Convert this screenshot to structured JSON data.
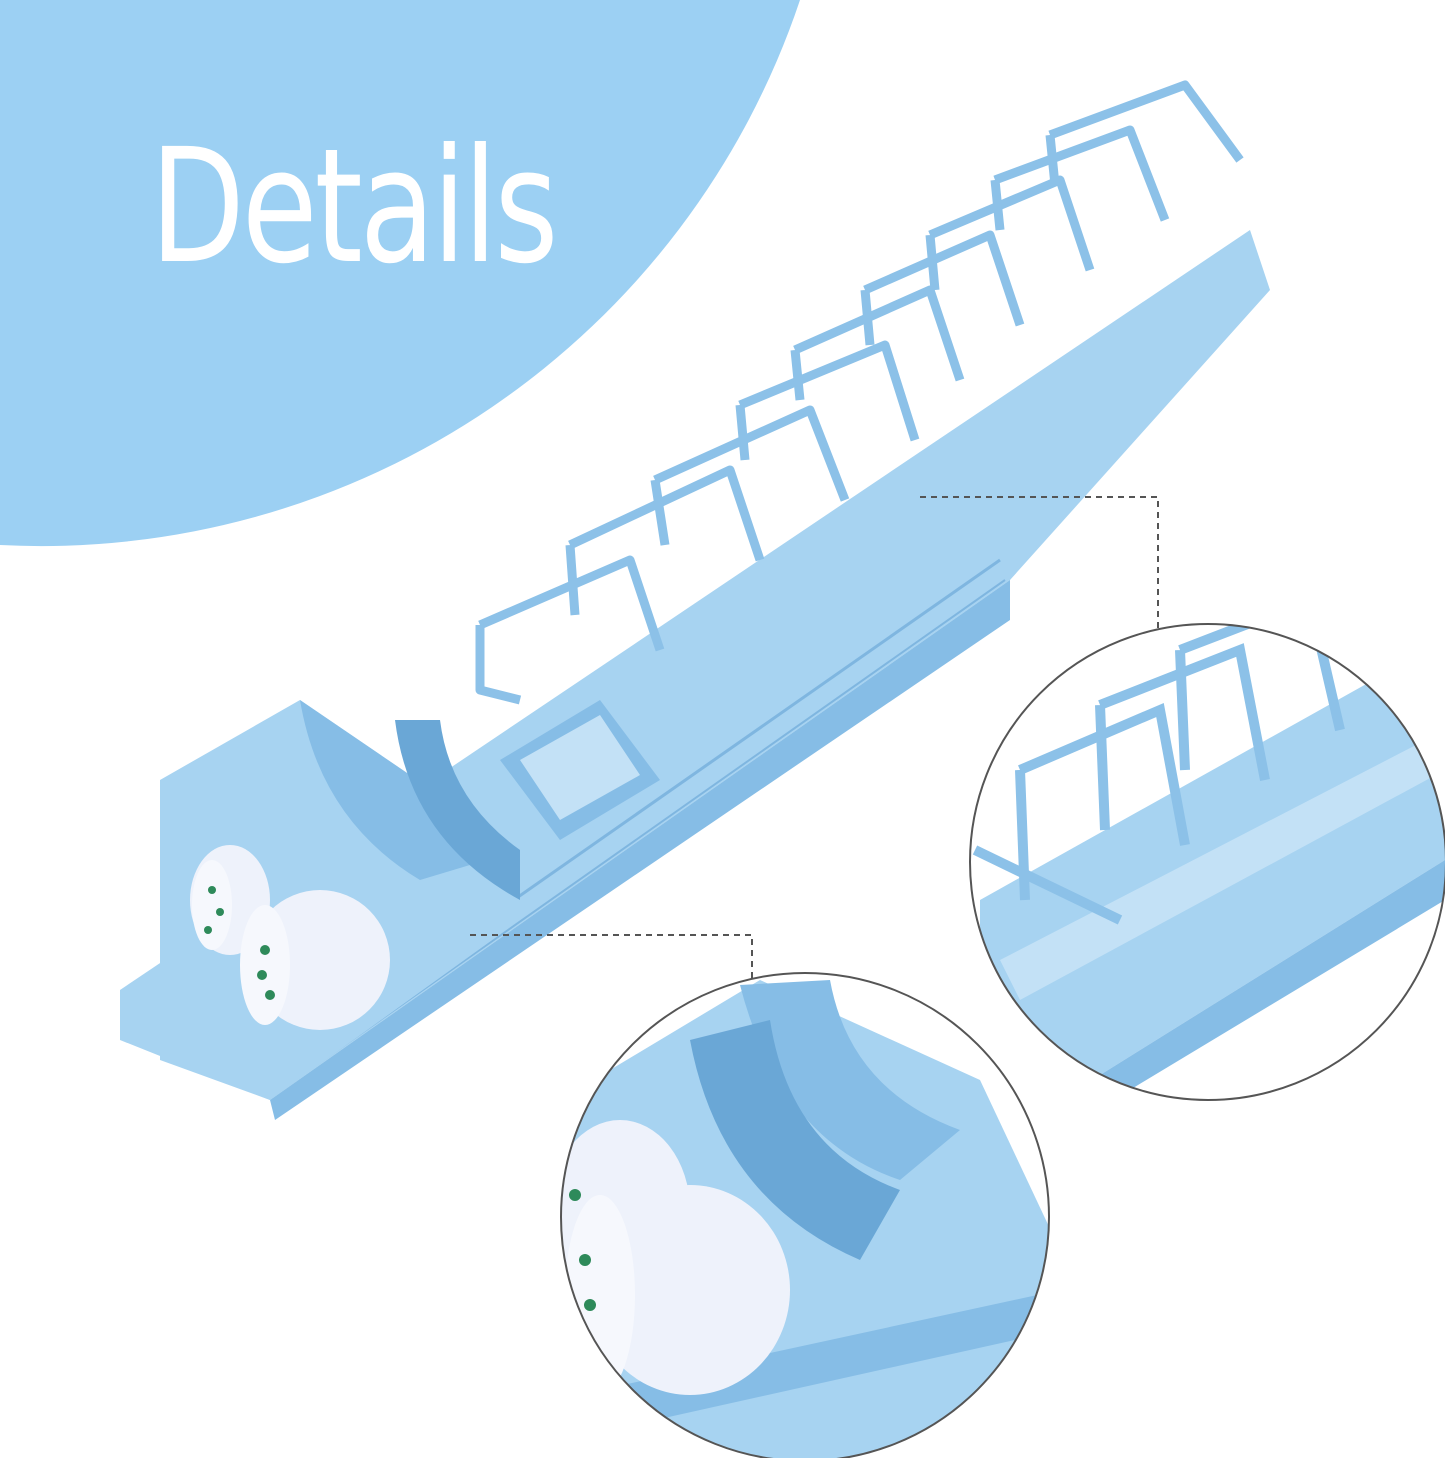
{
  "heading": "Details",
  "colors": {
    "blob": "#9cd0f3",
    "product": "#a7d3f1",
    "product_shade": "#86bde6",
    "product_dark": "#6aa7d6",
    "tape": "#eef2fb",
    "tape_print": "#2e8a5a",
    "background": "#ffffff"
  },
  "scene": {
    "subject": "blue-tape-dispenser-organizer-rack",
    "callouts": [
      "zoom-detail-slots",
      "zoom-detail-tape-holder"
    ]
  }
}
